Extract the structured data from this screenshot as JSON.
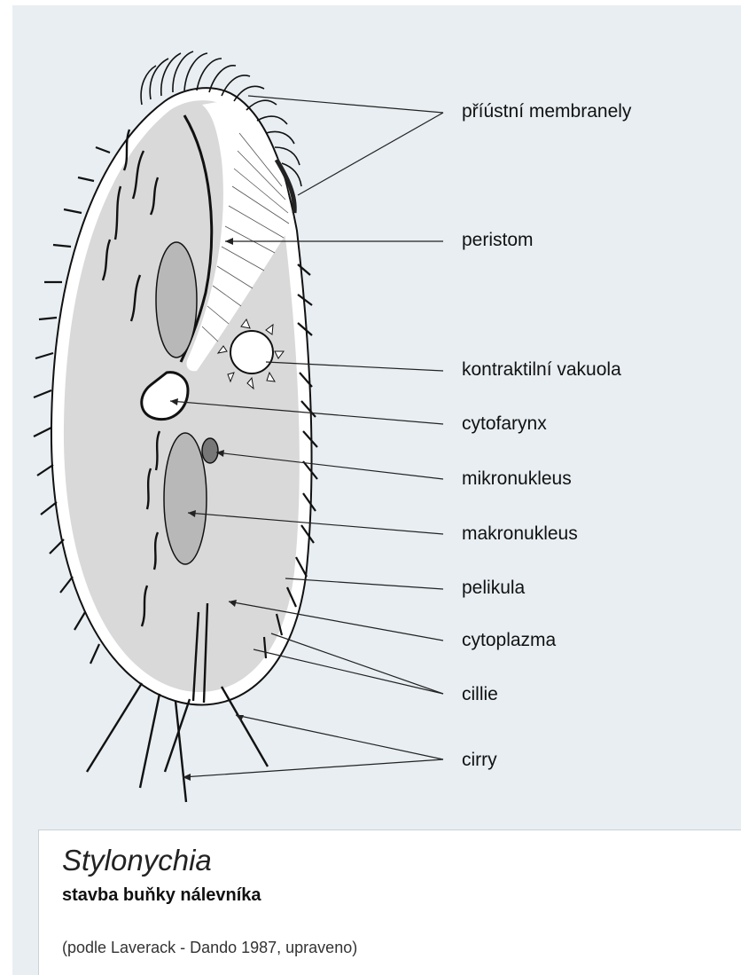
{
  "labels": {
    "membranely": "příústní membranely",
    "peristom": "peristom",
    "vakuola": "kontraktilní vakuola",
    "cytofarynx": "cytofarynx",
    "mikronukleus": "mikronukleus",
    "makronukleus": "makronukleus",
    "pelikula": "pelikula",
    "cytoplazma": "cytoplazma",
    "cillie": "cillie",
    "cirry": "cirry"
  },
  "caption": {
    "title": "Stylonychia",
    "subtitle": "stavba buňky nálevníka",
    "source": "(podle Laverack - Dando 1987, upraveno)"
  },
  "colors": {
    "panel": "#e8eef2",
    "cytoplasm": "#d9d9d9",
    "nucleus": "#b8b8b8",
    "micronucleus": "#777777",
    "outline": "#111111"
  }
}
